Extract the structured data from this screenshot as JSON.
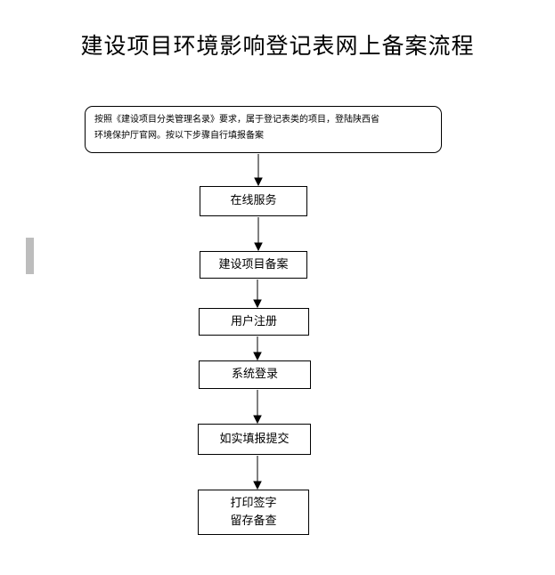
{
  "title": "建设项目环境影响登记表网上备案流程",
  "intro": {
    "line1": "按照《建设项目分类管理名录》要求，属于登记表类的项目，登陆陕西省",
    "line2": "环境保护厅官网。按以下步骤自行填报备案"
  },
  "steps": [
    {
      "label": "在线服务"
    },
    {
      "label": "建设项目备案"
    },
    {
      "label": "用户注册"
    },
    {
      "label": "系统登录"
    },
    {
      "label": "如实填报提交"
    },
    {
      "label_line1": "打印签字",
      "label_line2": "留存备查"
    }
  ],
  "colors": {
    "line": "#000000",
    "background": "#ffffff",
    "side_bar": "#bdbdbd"
  }
}
